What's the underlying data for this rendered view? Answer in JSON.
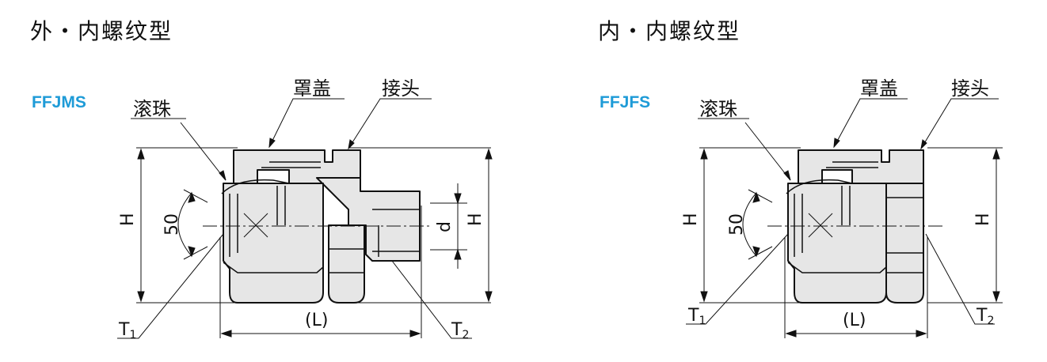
{
  "left": {
    "title": "外・内螺纹型",
    "model_code": "FFJMS",
    "labels": {
      "ball": "滚珠",
      "cap": "罩盖",
      "fitting": "接头",
      "height": "H",
      "angle": "50",
      "diameter": "d",
      "height_right": "H",
      "length": "(L)",
      "t1_main": "T",
      "t1_sub": "1",
      "t2_main": "T",
      "t2_sub": "2"
    }
  },
  "right": {
    "title": "内・内螺纹型",
    "model_code": "FFJFS",
    "labels": {
      "ball": "滚珠",
      "cap": "罩盖",
      "fitting": "接头",
      "height": "H",
      "angle": "50",
      "height_right": "H",
      "length": "(L)",
      "t1_main": "T",
      "t1_sub": "1",
      "t2_main": "T",
      "t2_sub": "2"
    }
  },
  "colors": {
    "body_fill": "#e6e6e6",
    "line": "#111111",
    "model_code": "#1e9bd7"
  }
}
